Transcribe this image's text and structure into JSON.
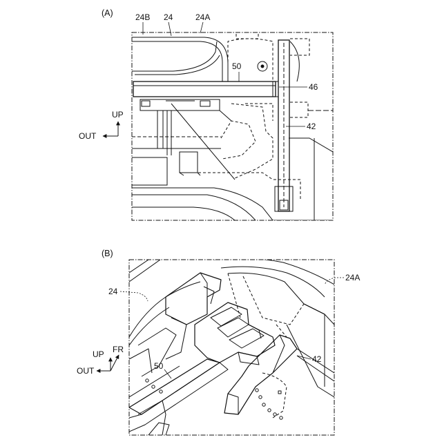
{
  "figure_a": {
    "panel_label": "(A)",
    "labels": {
      "ref_24b": "24B",
      "ref_24": "24",
      "ref_24a": "24A",
      "ref_50": "50",
      "ref_46": "46",
      "ref_42": "42"
    },
    "axes": {
      "up": "UP",
      "out": "OUT"
    }
  },
  "figure_b": {
    "panel_label": "(B)",
    "labels": {
      "ref_24": "24",
      "ref_24a": "24A",
      "ref_50": "50",
      "ref_42": "42"
    },
    "axes": {
      "up": "UP",
      "fr": "FR",
      "out": "OUT"
    }
  }
}
